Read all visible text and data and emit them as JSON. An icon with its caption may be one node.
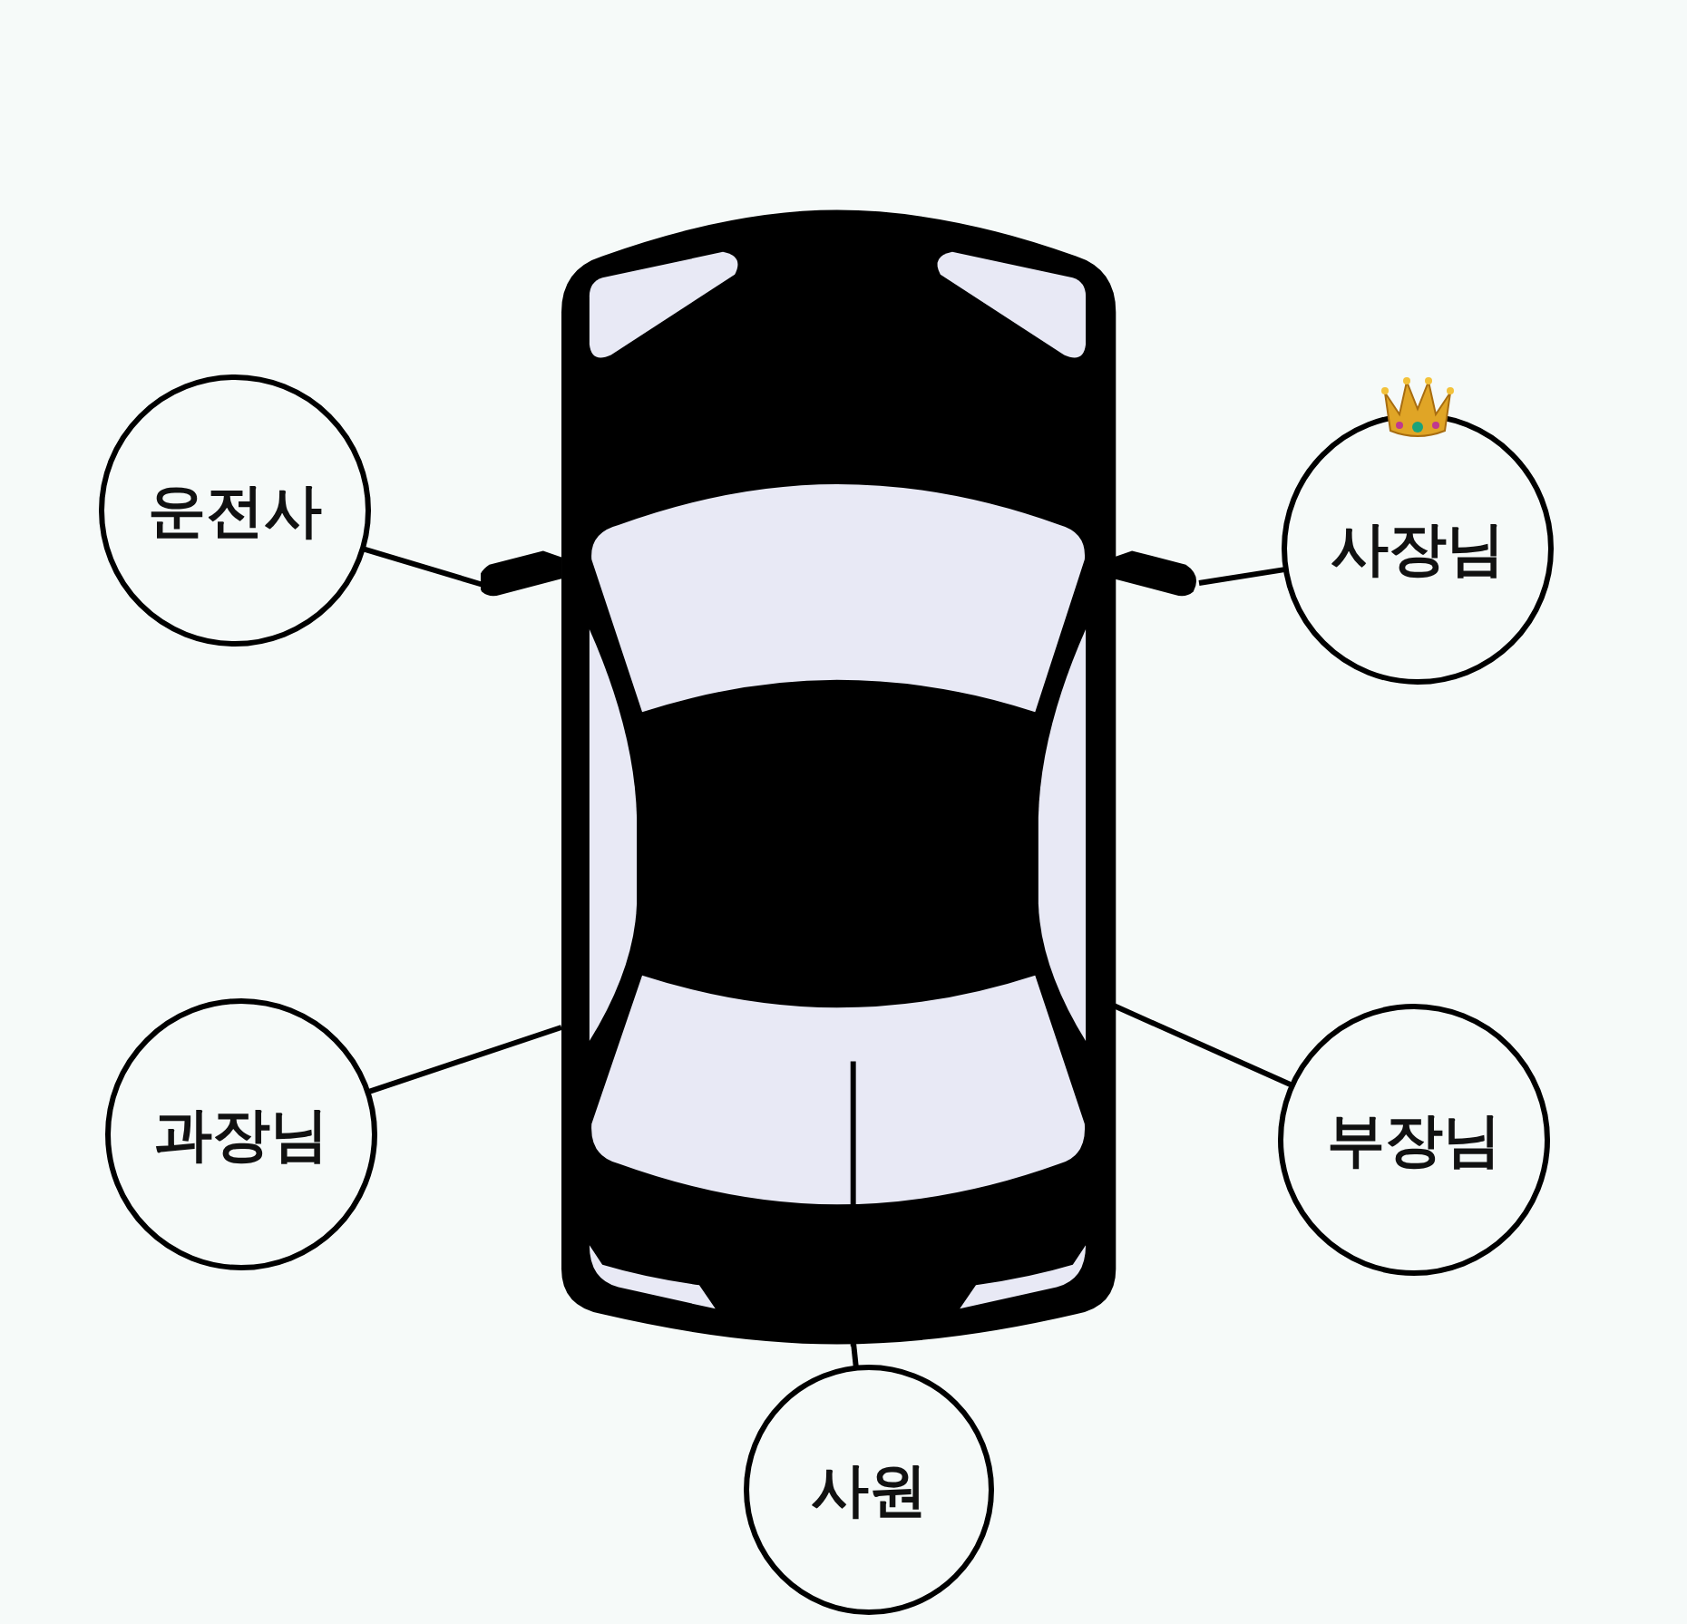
{
  "diagram": {
    "nodes": [
      {
        "text": [],
        "shape": "picture"
      },
      {
        "text": [
          "운전사"
        ]
      },
      {
        "text": [
          "사장님"
        ]
      },
      {
        "text": [
          "과장님"
        ]
      },
      {
        "text": [
          "부장님"
        ]
      },
      {
        "text": [
          "사원"
        ]
      }
    ],
    "edges": [
      {
        "from": 1,
        "to": 0,
        "arrow": "none"
      },
      {
        "from": 2,
        "to": 0,
        "arrow": "none"
      },
      {
        "from": 3,
        "to": 0,
        "arrow": "none"
      },
      {
        "from": 4,
        "to": 0,
        "arrow": "none"
      },
      {
        "from": 5,
        "to": 0,
        "arrow": "none"
      }
    ]
  }
}
